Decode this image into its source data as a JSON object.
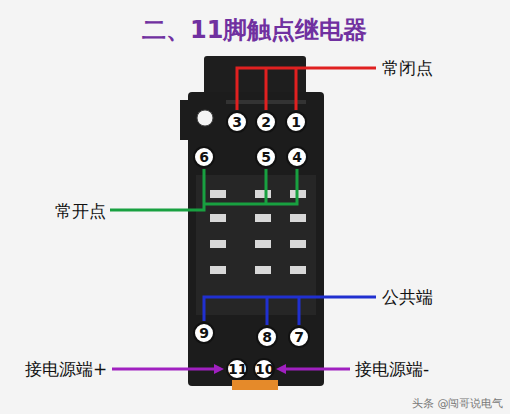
{
  "diagram": {
    "title": "二、11脚触点继电器",
    "labels": [
      "常闭点",
      "3",
      "2",
      "1",
      "6",
      "5",
      "4",
      "常开点",
      "公共端",
      "9",
      "8",
      "7",
      "接电源端+",
      "11",
      "10",
      "接电源端-",
      "头条 @闯哥说电气"
    ]
  }
}
